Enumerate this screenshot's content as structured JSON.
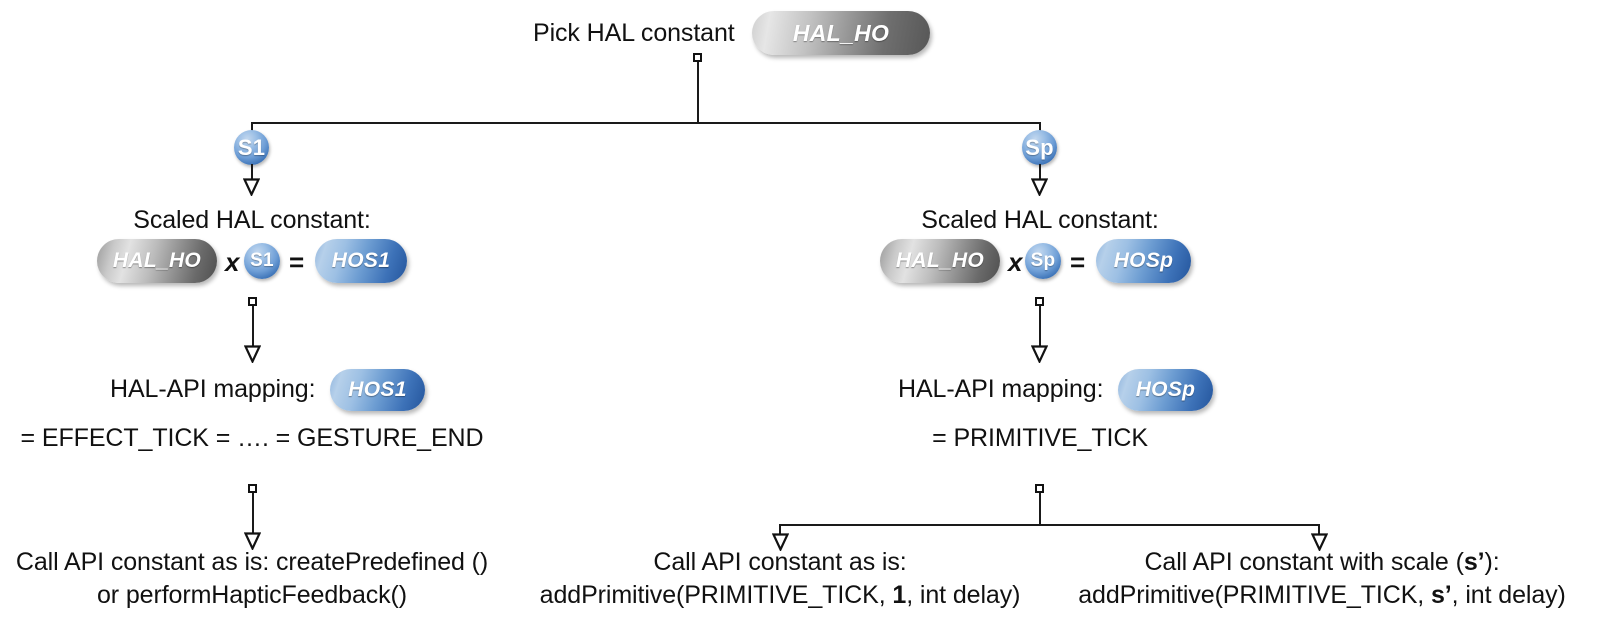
{
  "diagram": {
    "title": "HAL constant scaling and API mapping decision tree",
    "colors": {
      "line": "#1a1a1a",
      "text": "#111111",
      "pill_gray_light": "#e2e2e2",
      "pill_gray_dark": "#4f4f4f",
      "pill_blue_light": "#b6d0ea",
      "pill_blue_dark": "#24559c",
      "circle_blue_light": "#c3d8ef",
      "circle_blue_dark": "#1f4f94"
    },
    "root": {
      "label": "Pick HAL constant",
      "pill": "HAL_HO"
    },
    "branches": [
      {
        "name": "s1",
        "badge": "S1"
      },
      {
        "name": "sp",
        "badge": "Sp"
      }
    ],
    "left": {
      "scaled_label": "Scaled HAL constant:",
      "operand_a": "HAL_HO",
      "op_times": "x",
      "operand_b": "S1",
      "op_equals": "=",
      "result": "HOS1",
      "mapping_label": "HAL-API mapping:",
      "mapping_pill": "HOS1",
      "mapping_value": "= EFFECT_TICK = …. = GESTURE_END",
      "call_line1": "Call API constant as is: createPredefined ()",
      "call_line2": "or performHapticFeedback()"
    },
    "right": {
      "scaled_label": "Scaled HAL constant:",
      "operand_a": "HAL_HO",
      "op_times": "x",
      "operand_b": "Sp",
      "op_equals": "=",
      "result": "HOSp",
      "mapping_label": "HAL-API mapping:",
      "mapping_pill": "HOSp",
      "mapping_value": "= PRIMITIVE_TICK",
      "leaf_left": {
        "line1": "Call API constant as is:",
        "line2_pre": "addPrimitive(PRIMITIVE_TICK, ",
        "line2_bold": "1",
        "line2_post": ", int delay)"
      },
      "leaf_right": {
        "line1_pre": "Call API constant with scale (",
        "line1_bold": "s’",
        "line1_post": "):",
        "line2_pre": "addPrimitive(PRIMITIVE_TICK, ",
        "line2_bold": "s’",
        "line2_post": ", int delay)"
      }
    }
  }
}
